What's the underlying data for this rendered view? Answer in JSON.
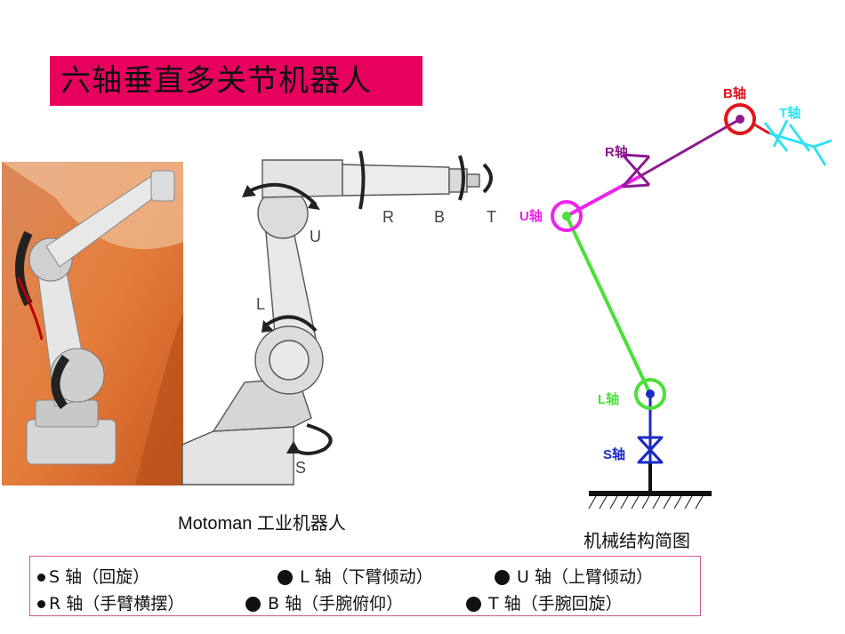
{
  "title": "六轴垂直多关节机器人",
  "photo_caption": "Motoman 工业机器人",
  "diagram_caption": "机械结构简图",
  "drawing_labels": {
    "R": "R",
    "B": "B",
    "T": "T",
    "U": "U",
    "L": "L",
    "S": "S"
  },
  "schematic_labels": {
    "B": "B轴",
    "T": "T轴",
    "R": "R轴",
    "U": "U轴",
    "L": "L轴",
    "S": "S轴"
  },
  "schematic_colors": {
    "B": "#e0141c",
    "T": "#2fe3f0",
    "R": "#8b1a8f",
    "U": "#ee22ee",
    "L": "#4be03a",
    "S": "#1a2bc4"
  },
  "legend": [
    {
      "text": "S  轴（回旋）"
    },
    {
      "text": "L  轴（下臂倾动）"
    },
    {
      "text": "U  轴（上臂倾动）"
    },
    {
      "text": "R  轴（手臂横摆）"
    },
    {
      "text": "B  轴（手腕俯仰）"
    },
    {
      "text": "T  轴（手腕回旋）"
    }
  ]
}
